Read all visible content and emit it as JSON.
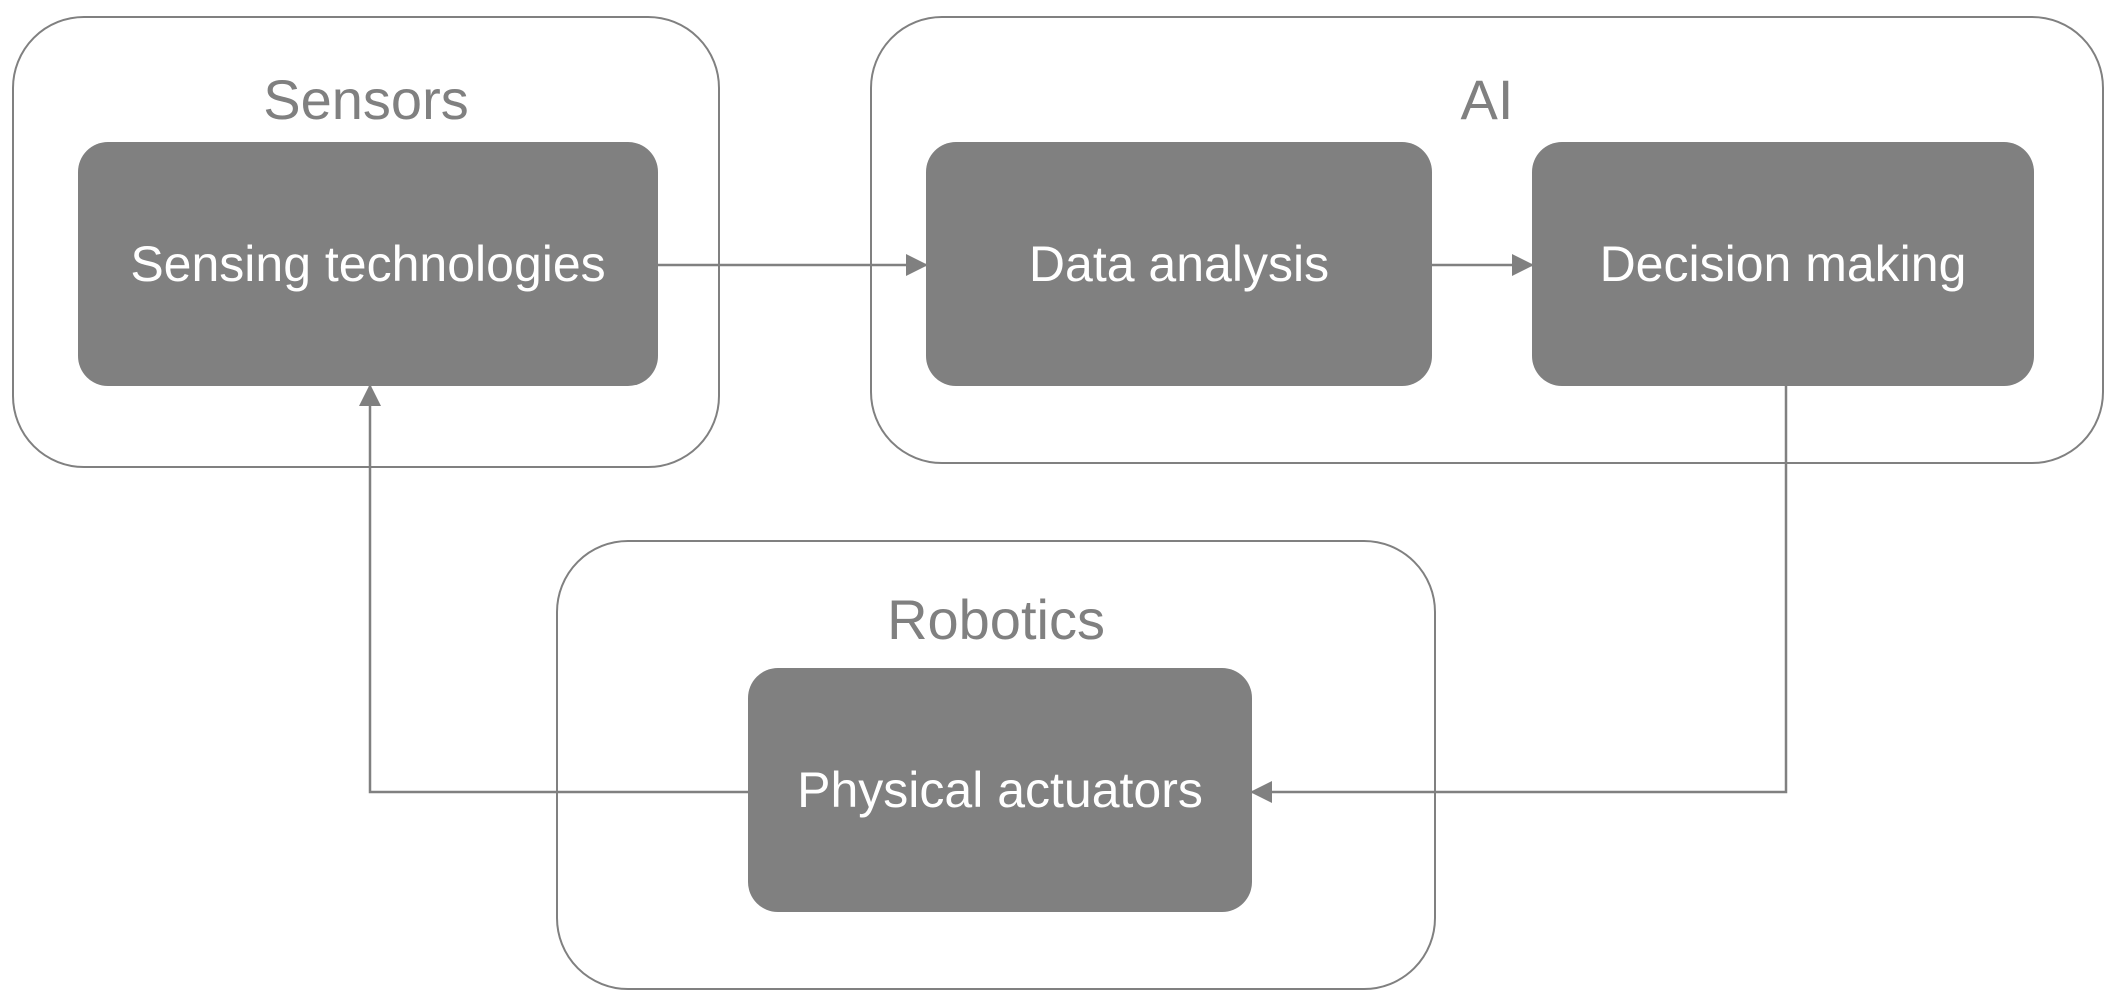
{
  "groups": {
    "sensors": "Sensors",
    "ai": "AI",
    "robotics": "Robotics"
  },
  "nodes": {
    "sensing": "Sensing technologies",
    "data_analysis": "Data analysis",
    "decision_making": "Decision making",
    "physical_actuators": "Physical actuators"
  },
  "edges": [
    {
      "from": "Sensing technologies",
      "to": "Data analysis"
    },
    {
      "from": "Data analysis",
      "to": "Decision making"
    },
    {
      "from": "Decision making",
      "to": "Physical actuators"
    },
    {
      "from": "Physical actuators",
      "to": "Sensing technologies"
    }
  ],
  "colors": {
    "node_fill": "#808080",
    "border": "#808080",
    "node_text": "#ffffff",
    "group_text": "#808080"
  }
}
